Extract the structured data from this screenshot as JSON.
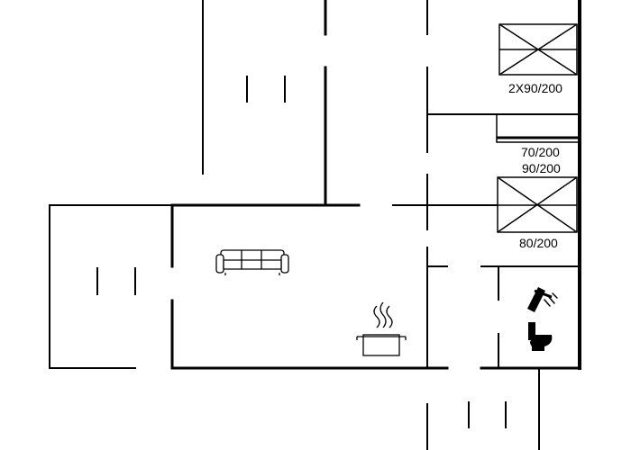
{
  "floorplan": {
    "line_color": "#000000",
    "background": "#ffffff",
    "bed_labels": {
      "double_bed": "2X90/200",
      "bunk_upper": "70/200",
      "bunk_lower": "90/200",
      "single_bed": "80/200"
    },
    "symbols": [
      "sofa-icon",
      "cooking-pot-icon",
      "shower-icon",
      "toilet-icon"
    ]
  }
}
